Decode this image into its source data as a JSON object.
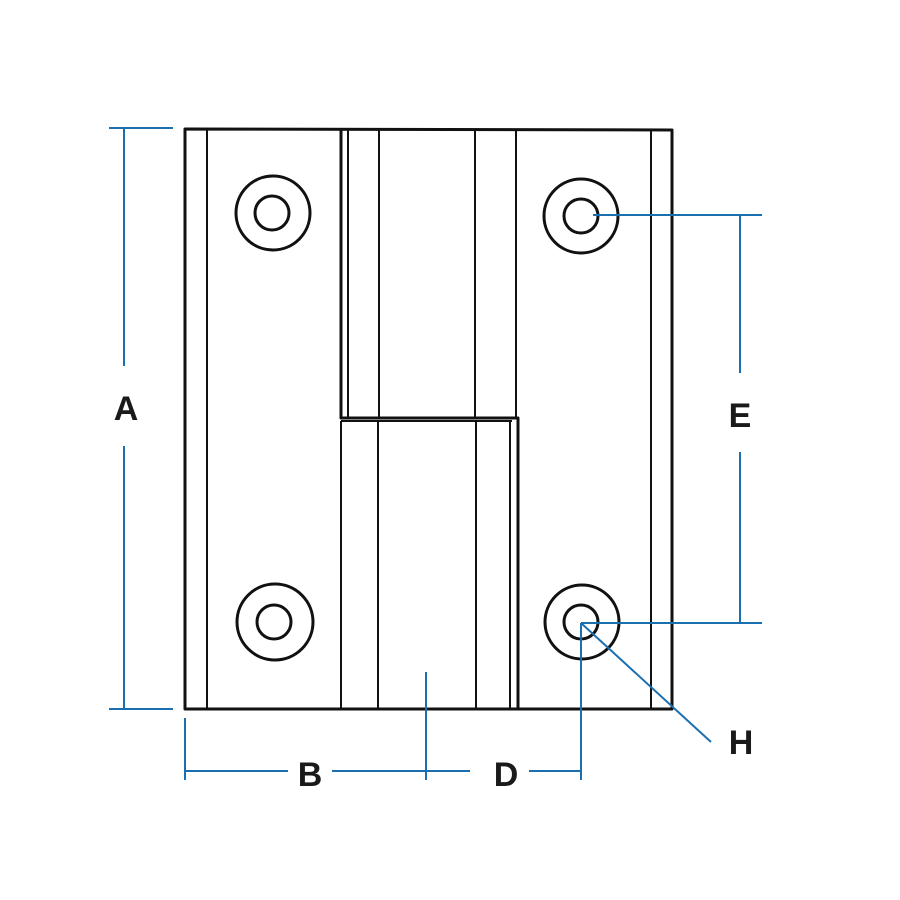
{
  "colors": {
    "drawing": "#111111",
    "dimension": "#1a6fb0",
    "background": "#ffffff"
  },
  "labels": {
    "a": "A",
    "b": "B",
    "d": "D",
    "e": "E",
    "h": "H"
  }
}
